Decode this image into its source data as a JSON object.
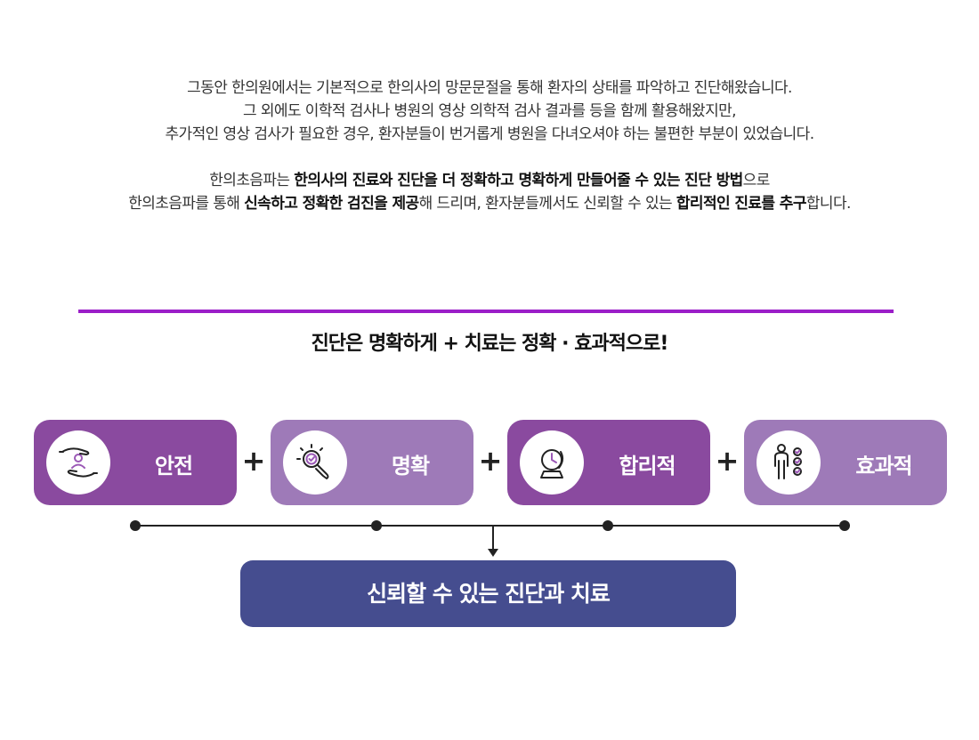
{
  "intro": {
    "line1": "그동안 한의원에서는 기본적으로 한의사의 망문문절을 통해 환자의 상태를 파악하고 진단해왔습니다.",
    "line2": "그 외에도 이학적 검사나 병원의 영상 의학적 검사 결과를 등을 함께 활용해왔지만,",
    "line3": "추가적인 영상 검사가 필요한 경우, 환자분들이 번거롭게 병원을 다녀오셔야 하는 불편한 부분이 있었습니다.",
    "line4_a": "한의초음파는 ",
    "line4_b": "한의사의 진료와 진단을 더 정확하고 명확하게 만들어줄 수 있는 진단 방법",
    "line4_c": "으로",
    "line5_a": "한의초음파를 통해 ",
    "line5_b": "신속하고 정확한 검진을 제공",
    "line5_c": "해 드리며, 환자분들께서도 신뢰할 수 있는 ",
    "line5_d": "합리적인 진료를 추구",
    "line5_e": "합니다."
  },
  "headline": "진단은 명확하게 + 치료는 정확 · 효과적으로!",
  "cards": [
    {
      "label": "안전",
      "icon": "hands-person-icon",
      "color": "#8a4a9f"
    },
    {
      "label": "명확",
      "icon": "magnifier-check-icon",
      "color": "#9e7ab8"
    },
    {
      "label": "합리적",
      "icon": "clock-globe-icon",
      "color": "#8a4a9f"
    },
    {
      "label": "효과적",
      "icon": "person-checklist-icon",
      "color": "#9e7ab8"
    }
  ],
  "plus": "+",
  "result": "신뢰할 수 있는 진단과 치료",
  "colors": {
    "divider": "#9b1ec8",
    "result_bg": "#454d8f"
  }
}
